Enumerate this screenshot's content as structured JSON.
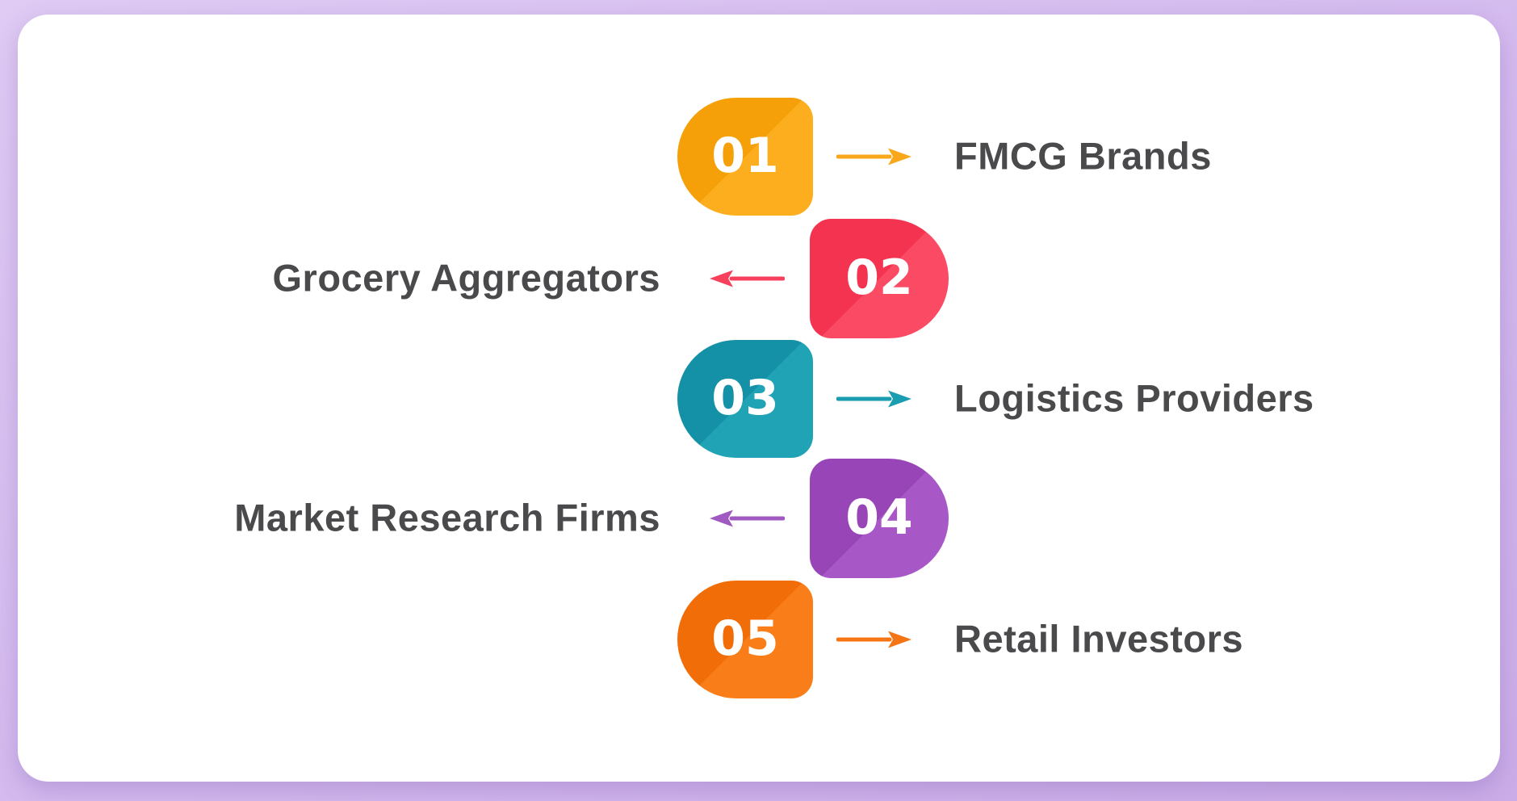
{
  "page": {
    "background_top": "#DFCBF4",
    "background_bottom": "#CBACE8",
    "card_background": "#FFFFFF",
    "label_color": "#4A4A4C"
  },
  "items": [
    {
      "number": "01",
      "label": "FMCG Brands",
      "side": "right",
      "color": "#F9A51B",
      "color_dark": "#F5A009",
      "color_light": "#FDAE1F",
      "arrow_color": "#F9A71B",
      "number_color": "#FFFFFF"
    },
    {
      "number": "02",
      "label": "Grocery Aggregators",
      "side": "left",
      "color": "#F7415C",
      "color_dark": "#F43350",
      "color_light": "#FB4A64",
      "arrow_color": "#F7415C",
      "number_color": "#FFFFFF"
    },
    {
      "number": "03",
      "label": "Logistics Providers",
      "side": "right",
      "color": "#1899AE",
      "color_dark": "#1591A7",
      "color_light": "#21A3B6",
      "arrow_color": "#1A9DB1",
      "number_color": "#FFFFFF"
    },
    {
      "number": "04",
      "label": "Market Research Firms",
      "side": "left",
      "color": "#9E4EBE",
      "color_dark": "#9845B7",
      "color_light": "#A758C6",
      "arrow_color": "#A159C2",
      "number_color": "#FFFFFF"
    },
    {
      "number": "05",
      "label": "Retail Investors",
      "side": "right",
      "color": "#F57413",
      "color_dark": "#F16D08",
      "color_light": "#F97E19",
      "arrow_color": "#F57413",
      "number_color": "#FFFFFF"
    }
  ]
}
